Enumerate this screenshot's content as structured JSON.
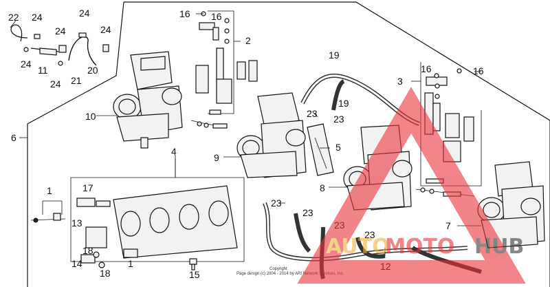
{
  "callouts": {
    "c1a": "1",
    "c1b": "1",
    "c2": "2",
    "c3": "3",
    "c4": "4",
    "c5": "5",
    "c6": "6",
    "c7": "7",
    "c8": "8",
    "c9": "9",
    "c10": "10",
    "c11": "11",
    "c12": "12",
    "c13": "13",
    "c14": "14",
    "c15": "15",
    "c16a": "16",
    "c16b": "16",
    "c16c": "16",
    "c16d": "16",
    "c17": "17",
    "c18a": "18",
    "c18b": "18",
    "c19a": "19",
    "c19b": "19",
    "c20": "20",
    "c21": "21",
    "c22": "22",
    "c23a": "23",
    "c23b": "23",
    "c23c": "23",
    "c23d": "23",
    "c23e": "23",
    "c23f": "23",
    "c24a": "24",
    "c24b": "24",
    "c24c": "24",
    "c24d": "24",
    "c24e": "24",
    "c24f": "24"
  },
  "watermark": {
    "part1": "AUTO",
    "part2": "MOTO",
    "part3": "HUB",
    "color_red": "#e8343a",
    "color_gold": "#f0b23a",
    "color_dark": "#3a3a3a"
  },
  "copyright": {
    "line1": "Copyright",
    "line2": "Page design (c) 2004 - 2014 by ARI Network Services, Inc."
  }
}
